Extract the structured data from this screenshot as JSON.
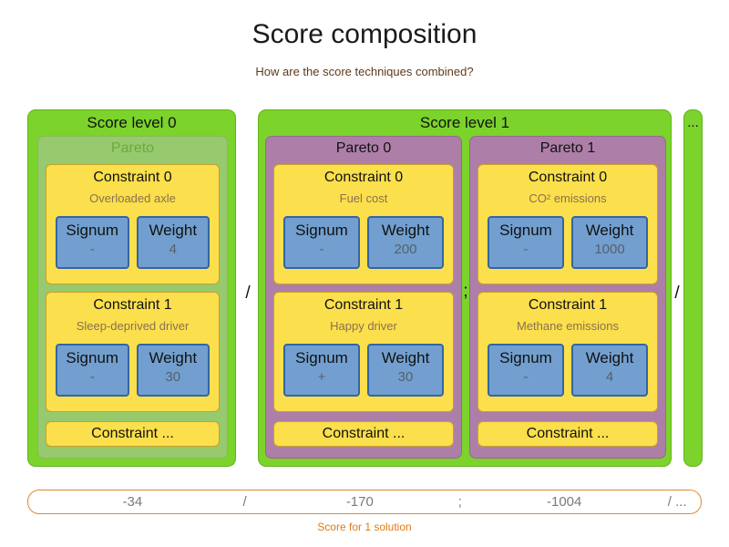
{
  "title": "Score composition",
  "subtitle": "How are the score techniques combined?",
  "more_label": "...",
  "separators": {
    "after_level0": "/",
    "after_level1": "/",
    "between_paretos": ";"
  },
  "levels": [
    {
      "label": "Score level 0",
      "groups": [
        {
          "label": "Pareto",
          "disabled": true,
          "constraints": [
            {
              "title": "Constraint 0",
              "description": "Overloaded axle",
              "signum_label": "Signum",
              "signum": "-",
              "weight_label": "Weight",
              "weight": "4"
            },
            {
              "title": "Constraint 1",
              "description": "Sleep-deprived driver",
              "signum_label": "Signum",
              "signum": "-",
              "weight_label": "Weight",
              "weight": "30"
            },
            {
              "title": "Constraint ..."
            }
          ]
        }
      ]
    },
    {
      "label": "Score level 1",
      "groups": [
        {
          "label": "Pareto 0",
          "disabled": false,
          "constraints": [
            {
              "title": "Constraint 0",
              "description": "Fuel cost",
              "signum_label": "Signum",
              "signum": "-",
              "weight_label": "Weight",
              "weight": "200"
            },
            {
              "title": "Constraint 1",
              "description": "Happy driver",
              "signum_label": "Signum",
              "signum": "+",
              "weight_label": "Weight",
              "weight": "30"
            },
            {
              "title": "Constraint ..."
            }
          ]
        },
        {
          "label": "Pareto 1",
          "disabled": false,
          "constraints": [
            {
              "title": "Constraint 0",
              "description": "CO² emissions",
              "signum_label": "Signum",
              "signum": "-",
              "weight_label": "Weight",
              "weight": "1000"
            },
            {
              "title": "Constraint 1",
              "description": "Methane emissions",
              "signum_label": "Signum",
              "signum": "-",
              "weight_label": "Weight",
              "weight": "4"
            },
            {
              "title": "Constraint ..."
            }
          ]
        }
      ]
    }
  ],
  "score_bar": {
    "values": [
      "-34",
      "/",
      "-170",
      ";",
      "-1004",
      "/ ..."
    ],
    "caption": "Score for 1 solution"
  },
  "colors": {
    "green": "#7bd32b",
    "faded_green": "#97c96e",
    "purple": "#ad7fa8",
    "yellow": "#fbdf4c",
    "blue": "#729fcf",
    "blue_border": "#3465a4",
    "orange": "#e07b12",
    "description_brown": "#8a7150"
  }
}
